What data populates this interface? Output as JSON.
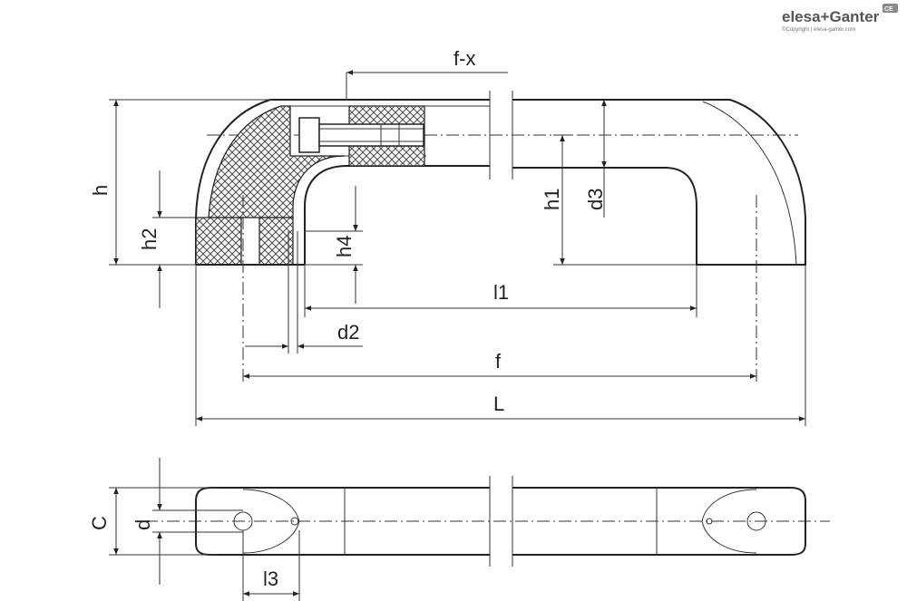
{
  "brand": {
    "name": "elesa+Ganter",
    "copyright": "©Copyright | elesa-ganter.com",
    "badge": "CE"
  },
  "dimensions": {
    "f_x": "f-x",
    "h": "h",
    "h1": "h1",
    "h2": "h2",
    "h4": "h4",
    "d2": "d2",
    "d3": "d3",
    "l1": "l1",
    "f": "f",
    "L": "L",
    "C": "C",
    "d": "d",
    "l3": "l3"
  }
}
